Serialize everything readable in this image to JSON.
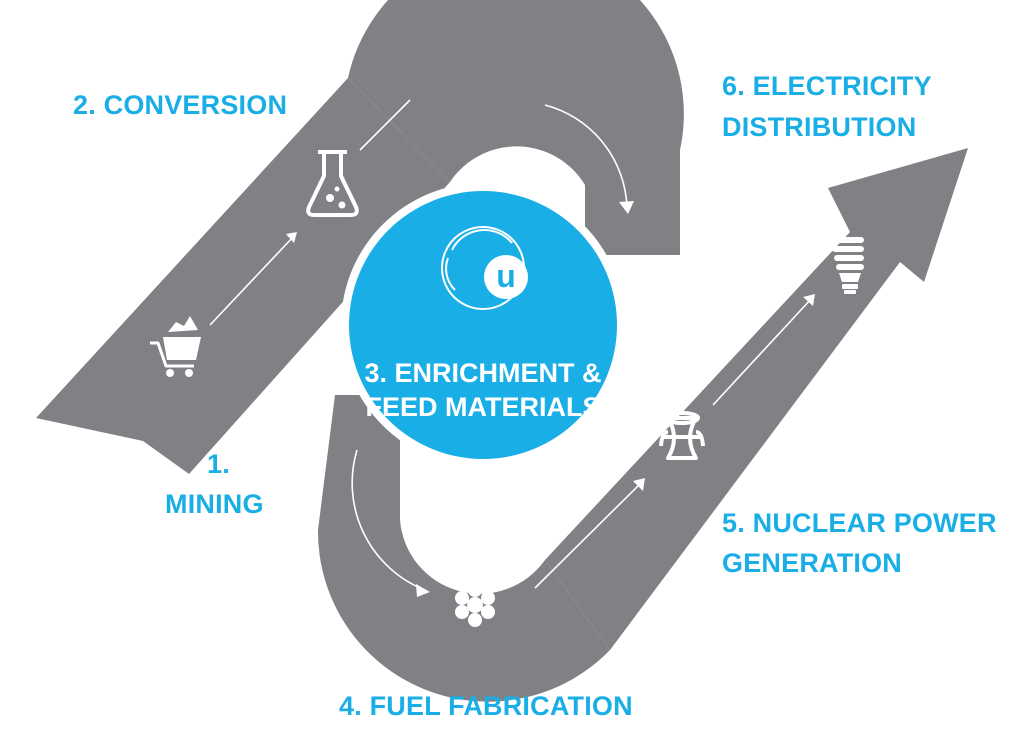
{
  "colors": {
    "road": "#808184",
    "accent": "#1aaee6",
    "line": "#ffffff",
    "background": "#ffffff"
  },
  "steps": [
    {
      "id": "mining",
      "label_line1": "1.",
      "label_line2": "MINING",
      "icon": "mining-cart-icon"
    },
    {
      "id": "conversion",
      "label_line1": "2. CONVERSION",
      "icon": "flask-icon"
    },
    {
      "id": "enrichment",
      "label_line1": "3. ENRICHMENT &",
      "label_line2": "FEED MATERIALS",
      "icon": "u-logo-icon"
    },
    {
      "id": "fuel-fabrication",
      "label_line1": "4. FUEL FABRICATION",
      "icon": "fuel-bundle-icon"
    },
    {
      "id": "power-generation",
      "label_line1": "5. NUCLEAR POWER",
      "label_line2": "GENERATION",
      "icon": "cooling-tower-icon"
    },
    {
      "id": "electricity-distribution",
      "label_line1": "6. ELECTRICITY",
      "label_line2": "DISTRIBUTION",
      "icon": "light-bulb-icon"
    }
  ],
  "logo_letter": "u"
}
